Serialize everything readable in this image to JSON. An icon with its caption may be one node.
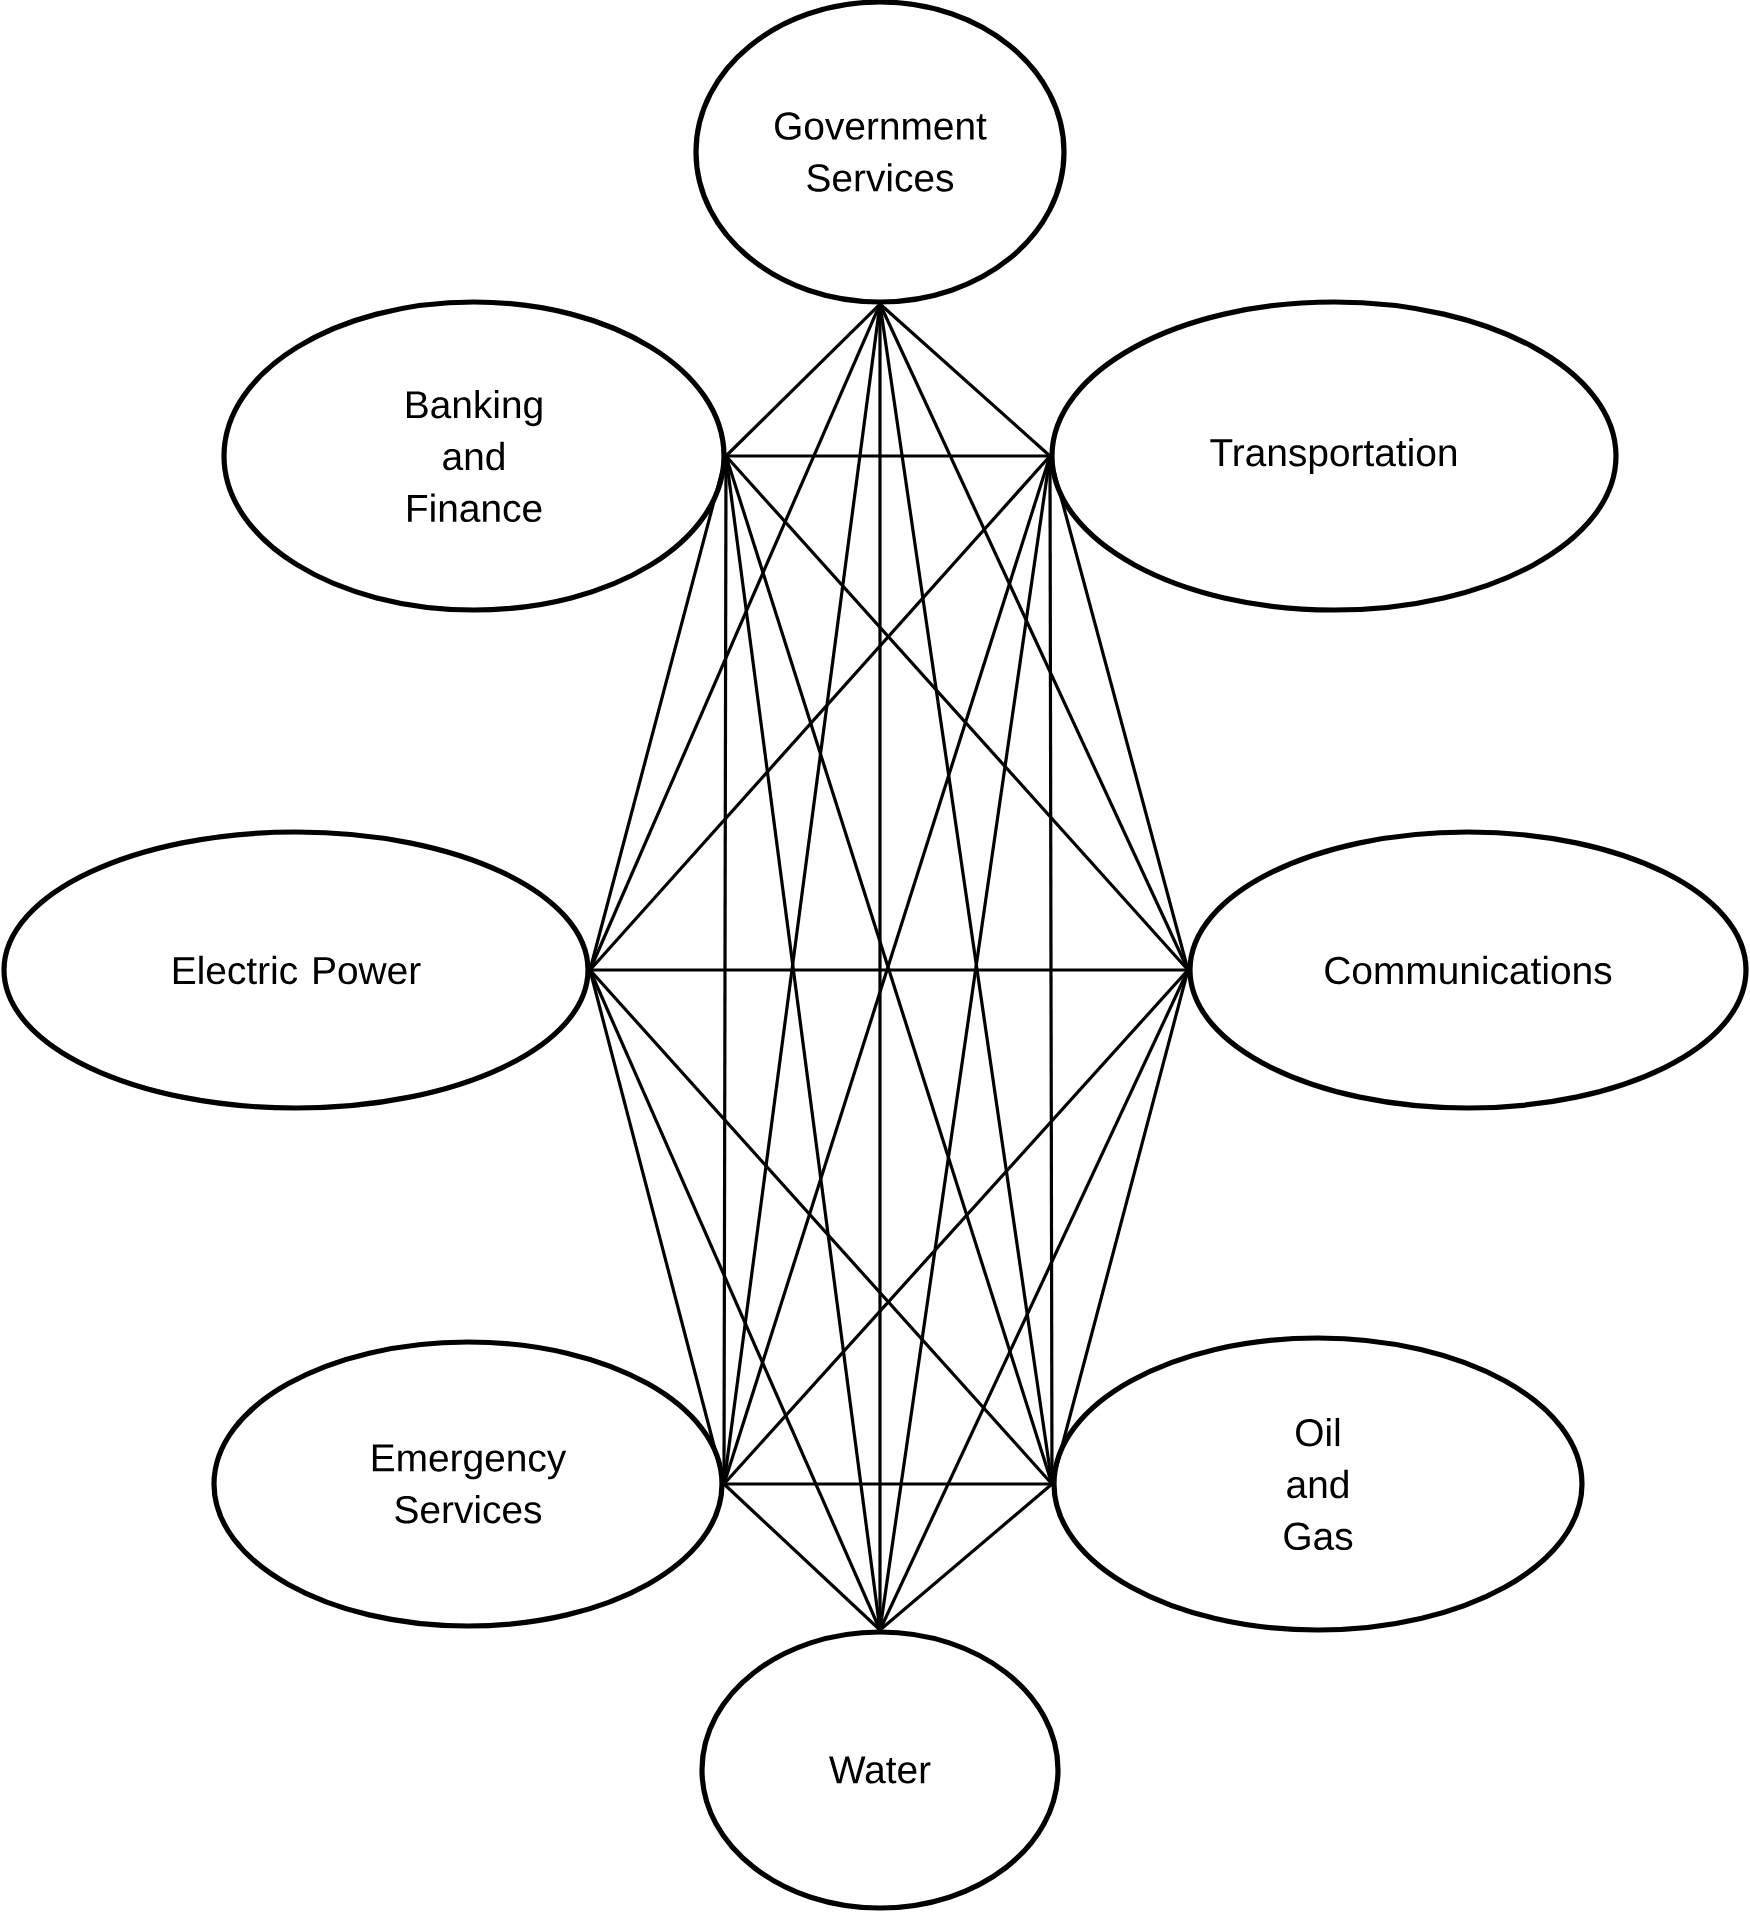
{
  "diagram": {
    "nodes": [
      {
        "text": [
          "Government Services"
        ]
      },
      {
        "text": [
          "Banking and Finance"
        ]
      },
      {
        "text": [
          "Transportation"
        ]
      },
      {
        "text": [
          "Electric Power"
        ]
      },
      {
        "text": [
          "Communications"
        ]
      },
      {
        "text": [
          "Emergency Services"
        ]
      },
      {
        "text": [
          "Oil and Gas"
        ]
      },
      {
        "text": [
          "Water"
        ]
      }
    ],
    "edges": [
      {
        "from": 0,
        "to": 1,
        "arrow": "none"
      },
      {
        "from": 0,
        "to": 2,
        "arrow": "none"
      },
      {
        "from": 0,
        "to": 3,
        "arrow": "none"
      },
      {
        "from": 0,
        "to": 4,
        "arrow": "none"
      },
      {
        "from": 0,
        "to": 5,
        "arrow": "none"
      },
      {
        "from": 0,
        "to": 6,
        "arrow": "none"
      },
      {
        "from": 0,
        "to": 7,
        "arrow": "none"
      },
      {
        "from": 1,
        "to": 2,
        "arrow": "none"
      },
      {
        "from": 1,
        "to": 3,
        "arrow": "none"
      },
      {
        "from": 1,
        "to": 4,
        "arrow": "none"
      },
      {
        "from": 1,
        "to": 5,
        "arrow": "none"
      },
      {
        "from": 1,
        "to": 6,
        "arrow": "none"
      },
      {
        "from": 1,
        "to": 7,
        "arrow": "none"
      },
      {
        "from": 2,
        "to": 3,
        "arrow": "none"
      },
      {
        "from": 2,
        "to": 4,
        "arrow": "none"
      },
      {
        "from": 2,
        "to": 5,
        "arrow": "none"
      },
      {
        "from": 2,
        "to": 6,
        "arrow": "none"
      },
      {
        "from": 2,
        "to": 7,
        "arrow": "none"
      },
      {
        "from": 3,
        "to": 4,
        "arrow": "none"
      },
      {
        "from": 3,
        "to": 5,
        "arrow": "none"
      },
      {
        "from": 3,
        "to": 6,
        "arrow": "none"
      },
      {
        "from": 3,
        "to": 7,
        "arrow": "none"
      },
      {
        "from": 4,
        "to": 5,
        "arrow": "none"
      },
      {
        "from": 4,
        "to": 6,
        "arrow": "none"
      },
      {
        "from": 4,
        "to": 7,
        "arrow": "none"
      },
      {
        "from": 5,
        "to": 6,
        "arrow": "none"
      },
      {
        "from": 5,
        "to": 7,
        "arrow": "none"
      },
      {
        "from": 6,
        "to": 7,
        "arrow": "none"
      }
    ]
  }
}
